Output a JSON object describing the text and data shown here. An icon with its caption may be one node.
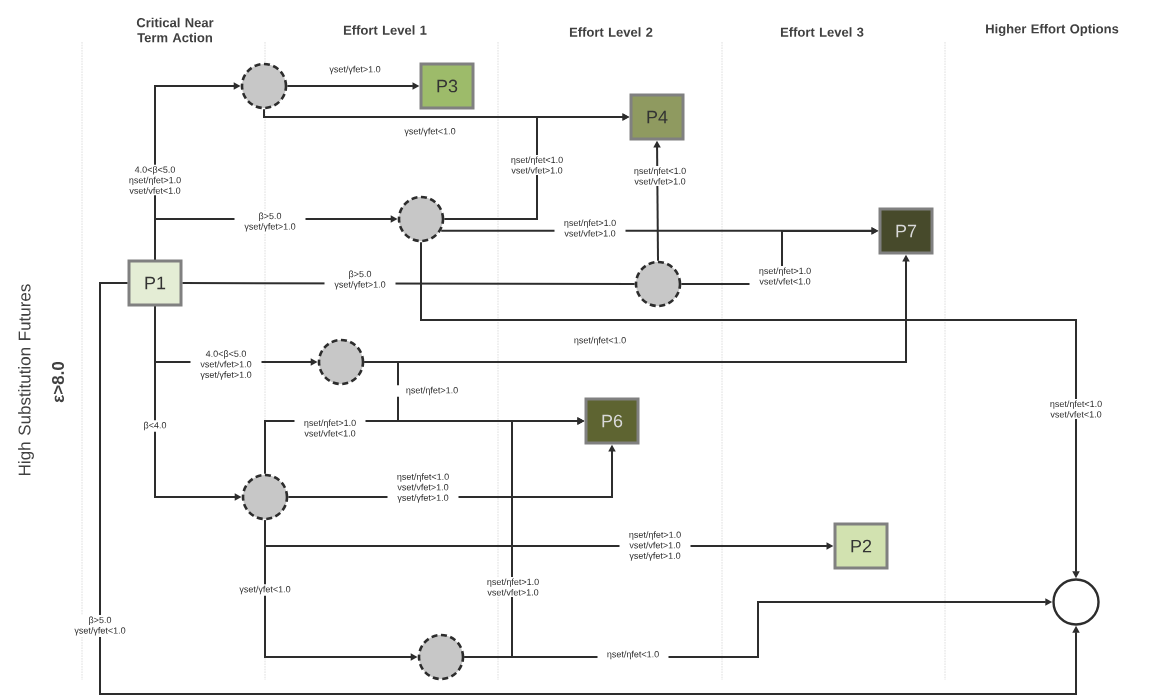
{
  "diagram": {
    "nodes": [
      {
        "text": [
          "P1"
        ]
      },
      {
        "text": [],
        "shape": "circle"
      },
      {
        "text": [
          "P3"
        ]
      },
      {
        "text": [
          "P4"
        ]
      },
      {
        "text": [],
        "shape": "circle"
      },
      {
        "text": [
          "P7"
        ]
      },
      {
        "text": [],
        "shape": "circle"
      },
      {
        "text": [],
        "shape": "circle"
      },
      {
        "text": [
          "P6"
        ]
      },
      {
        "text": [],
        "shape": "circle"
      },
      {
        "text": [
          "P2"
        ]
      },
      {
        "text": [],
        "shape": "circle"
      },
      {
        "text": [],
        "shape": "circle"
      }
    ],
    "edges": [
      {
        "from": 0,
        "to": 1,
        "arrow": "to",
        "label": "4.0<β<5.0 ηset/ηfet>1.0 vset/vfet<1.0"
      },
      {
        "from": 1,
        "to": 2,
        "arrow": "to",
        "label": "γset/γfet>1.0"
      },
      {
        "from": 1,
        "to": 3,
        "arrow": "to",
        "label": "γset/γfet<1.0"
      },
      {
        "from": 0,
        "to": 4,
        "arrow": "to",
        "label": "β>5.0 γset/γfet>1.0"
      },
      {
        "from": 4,
        "to": 3,
        "arrow": "to",
        "label": "ηset/ηfet<1.0 vset/vfet>1.0"
      },
      {
        "from": 4,
        "to": 5,
        "arrow": "to",
        "label": "ηset/ηfet>1.0 vset/vfet>1.0"
      },
      {
        "from": 0,
        "to": 6,
        "arrow": "none",
        "label": "β>5.0 γset/γfet>1.0"
      },
      {
        "from": 6,
        "to": 3,
        "arrow": "to",
        "label": "ηset/ηfet<1.0 vset/vfet>1.0"
      },
      {
        "from": 6,
        "to": 5,
        "arrow": "to",
        "label": "ηset/ηfet>1.0 vset/vfet<1.0"
      },
      {
        "from": 4,
        "to": 12,
        "arrow": "to",
        "label": "ηset/ηfet<1.0 vset/vfet<1.0"
      },
      {
        "from": 0,
        "to": 7,
        "arrow": "to",
        "label": "4.0<β<5.0 vset/vfet>1.0 γset/γfet>1.0"
      },
      {
        "from": 7,
        "to": 5,
        "arrow": "to",
        "label": "ηset/ηfet<1.0"
      },
      {
        "from": 7,
        "to": 8,
        "arrow": "to",
        "label": "ηset/ηfet>1.0"
      },
      {
        "from": 0,
        "to": 9,
        "arrow": "to",
        "label": "β<4.0"
      },
      {
        "from": 9,
        "to": 8,
        "arrow": "to",
        "label": "ηset/ηfet>1.0 vset/vfet<1.0"
      },
      {
        "from": 9,
        "to": 8,
        "arrow": "to",
        "label": "ηset/ηfet<1.0 vset/vfet>1.0 γset/γfet>1.0"
      },
      {
        "from": 9,
        "to": 10,
        "arrow": "to",
        "label": "ηset/ηfet>1.0 vset/vfet>1.0 γset/γfet>1.0"
      },
      {
        "from": 9,
        "to": 11,
        "arrow": "to",
        "label": "γset/γfet<1.0"
      },
      {
        "from": 11,
        "to": 8,
        "arrow": "to",
        "label": "ηset/ηfet>1.0 vset/vfet>1.0"
      },
      {
        "from": 11,
        "to": 12,
        "arrow": "to",
        "label": "ηset/ηfet<1.0"
      },
      {
        "from": 0,
        "to": 12,
        "arrow": "to",
        "label": "β>5.0 γset/γfet<1.0"
      }
    ],
    "labels": [
      "Critical Near Term Action",
      "Effort Level 1",
      "Effort Level 2",
      "Effort Level 3",
      "Higher Effort Options",
      "High Substitution Futures",
      "ε>8.0"
    ]
  }
}
